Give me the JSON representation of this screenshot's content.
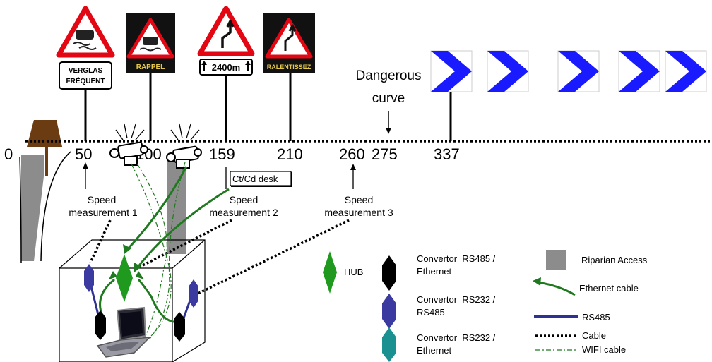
{
  "road": {
    "km_marks": [
      {
        "label": "0"
      },
      {
        "label": "50"
      },
      {
        "label": "100"
      },
      {
        "label": "159"
      },
      {
        "label": "210"
      },
      {
        "label": "260"
      },
      {
        "label": "275"
      },
      {
        "label": "337"
      }
    ],
    "dangerous_curve_line1": "Dangerous",
    "dangerous_curve_line2": "curve",
    "desk_label": "Ct/Cd desk",
    "speed_measurements": [
      {
        "line1": "Speed",
        "line2": "measurement 1"
      },
      {
        "line1": "Speed",
        "line2": "measurement 2"
      },
      {
        "line1": "Speed",
        "line2": "measurement 3"
      }
    ]
  },
  "signs": {
    "verglas_line1": "VERGLAS",
    "verglas_line2": "FRÉQUENT",
    "rappel": "RAPPEL",
    "distance": "2400m",
    "ralentissez": "RALENTISSEZ"
  },
  "legend": {
    "hub": "HUB",
    "conv_485_eth_1": "Convertor  RS485 /",
    "conv_485_eth_2": "Ethernet",
    "conv_232_485_1": "Convertor  RS232 /",
    "conv_232_485_2": "RS485",
    "conv_232_eth_1": "Convertor  RS232 /",
    "conv_232_eth_2": "Ethernet",
    "riparian": "Riparian Access",
    "ethernet_cable": "Ethernet cable",
    "rs485": "RS485",
    "cable": "Cable",
    "wifi_cable": "WIFI cable"
  },
  "colors": {
    "ethernet_green": "#1f7a1f",
    "rs485_blue": "#2e3192",
    "chevron_blue": "#1a1aff",
    "riparian_gray": "#8c8c8c",
    "convertor_teal": "#1a9090",
    "sign_red": "#e30613"
  }
}
